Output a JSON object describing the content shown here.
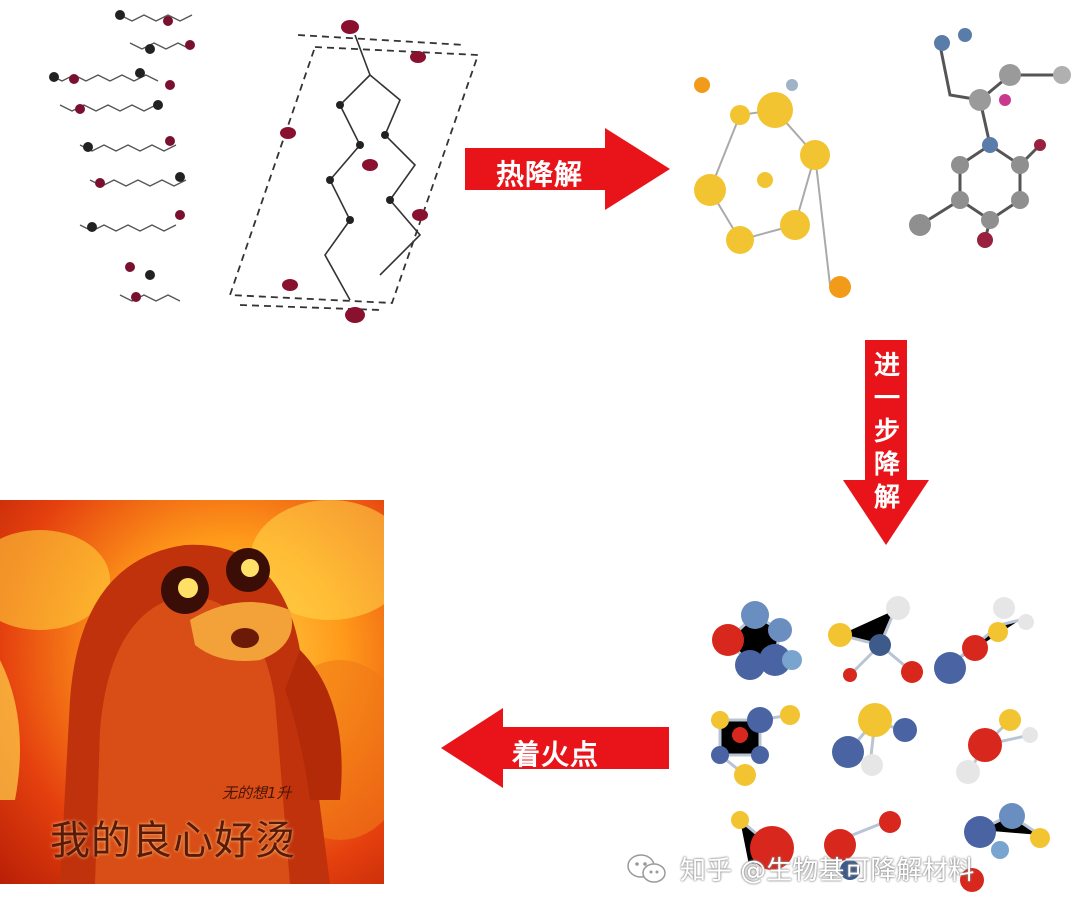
{
  "arrows": {
    "thermal_degradation": "热降解",
    "further_degradation": [
      "进",
      "一",
      "步",
      "降",
      "解"
    ],
    "ignition_point": "着火点"
  },
  "meme": {
    "caption": "我的良心好烫",
    "sub_caption": "无的想1升"
  },
  "watermark": {
    "text": "知乎 @生物基可降解材料",
    "icon": "wechat-icon"
  },
  "colors": {
    "arrow_red": "#e8141a",
    "fire_orange": "#ff9a1a"
  }
}
